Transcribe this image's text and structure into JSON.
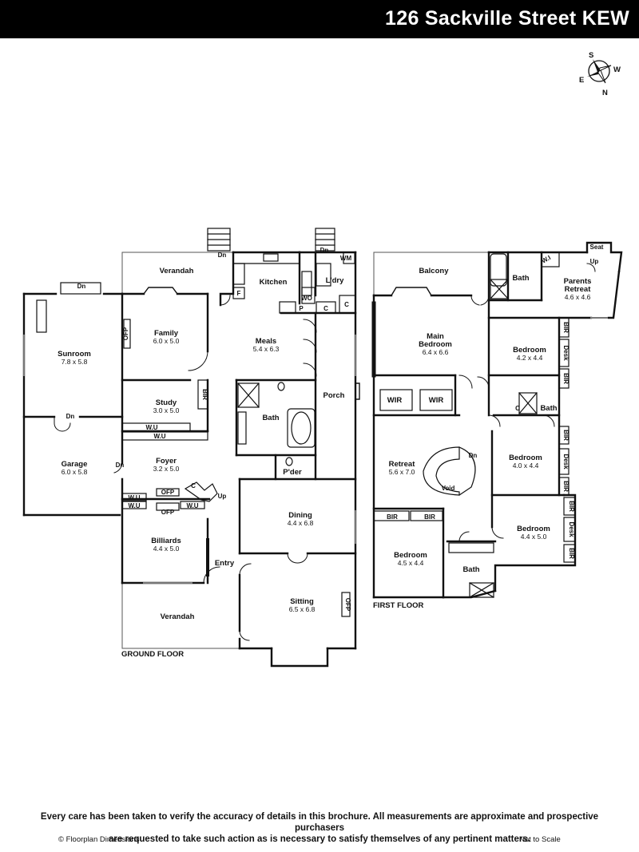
{
  "header": {
    "title": "126 Sackville Street KEW"
  },
  "compass": {
    "s": "S",
    "w": "W",
    "e": "E",
    "n": "N"
  },
  "floors": {
    "ground": "GROUND FLOOR",
    "first": "FIRST FLOOR"
  },
  "rooms": {
    "sunroom": {
      "name": "Sunroom",
      "dim": "7.8 x 5.8"
    },
    "garage": {
      "name": "Garage",
      "dim": "6.0 x 5.8"
    },
    "family": {
      "name": "Family",
      "dim": "6.0 x 5.0"
    },
    "study": {
      "name": "Study",
      "dim": "3.0 x 5.0"
    },
    "foyer": {
      "name": "Foyer",
      "dim": "3.2 x 5.0"
    },
    "billiards": {
      "name": "Billiards",
      "dim": "4.4 x 5.0"
    },
    "meals": {
      "name": "Meals",
      "dim": "5.4 x 6.3"
    },
    "dining": {
      "name": "Dining",
      "dim": "4.4 x 6.8"
    },
    "sitting": {
      "name": "Sitting",
      "dim": "6.5 x 6.8"
    },
    "main_bedroom": {
      "name": "Main",
      "name2": "Bedroom",
      "dim": "6.4 x 6.6"
    },
    "retreat": {
      "name": "Retreat",
      "dim": "5.6 x 7.0"
    },
    "bedroom_a": {
      "name": "Bedroom",
      "dim": "4.5 x 4.4"
    },
    "bedroom_b": {
      "name": "Bedroom",
      "dim": "4.2 x 4.4"
    },
    "bedroom_c": {
      "name": "Bedroom",
      "dim": "4.0 x 4.4"
    },
    "bedroom_d": {
      "name": "Bedroom",
      "dim": "4.4 x 5.0"
    },
    "parents_retreat": {
      "name": "Parents",
      "name2": "Retreat",
      "dim": "4.6 x 4.6"
    }
  },
  "labels": {
    "verandah": "Verandah",
    "kitchen": "Kitchen",
    "laundry": "L'dry",
    "porch": "Porch",
    "bath": "Bath",
    "powder": "P'der",
    "entry": "Entry",
    "balcony": "Balcony",
    "void": "Void",
    "seat": "Seat"
  },
  "tags": {
    "dn": "Dn",
    "up": "Up",
    "wm": "WM",
    "wo": "WO",
    "p": "P",
    "c": "C",
    "f": "F",
    "ofp": "OFP",
    "bir": "BIR",
    "wu": "W.U",
    "wir": "WIR",
    "desk": "Desk",
    "wi": "W.I"
  },
  "footer": {
    "disclaimer_line1": "Every care has been taken to verify the accuracy of details in this brochure. All measurements are approximate and prospective purchasers",
    "disclaimer_line2": "are requested to take such action as is necessary to satisfy themselves of any pertinent matters.",
    "copyright": "© Floorplan Dimensions",
    "scale_note": "Not to Scale"
  }
}
